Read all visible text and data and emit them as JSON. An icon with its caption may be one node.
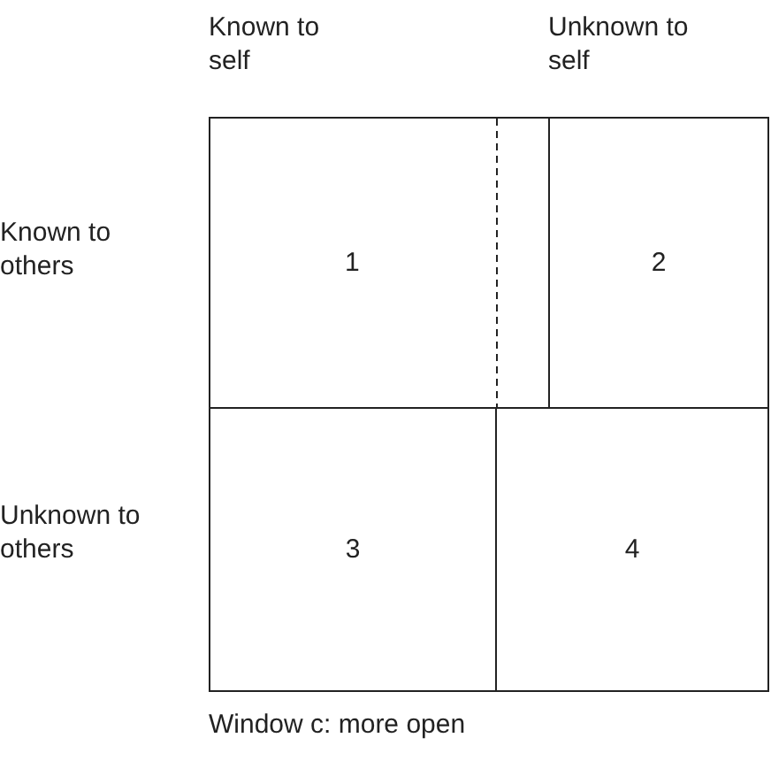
{
  "diagram": {
    "caption": "Window c: more open",
    "nodes": [
      {
        "text": [
          "1"
        ]
      },
      {
        "text": [
          "2"
        ]
      },
      {
        "text": [
          "3"
        ]
      },
      {
        "text": [
          "4"
        ]
      }
    ],
    "labels": [
      "Known to self",
      "Unknown to self",
      "Known to others",
      "Unknown to others"
    ]
  }
}
